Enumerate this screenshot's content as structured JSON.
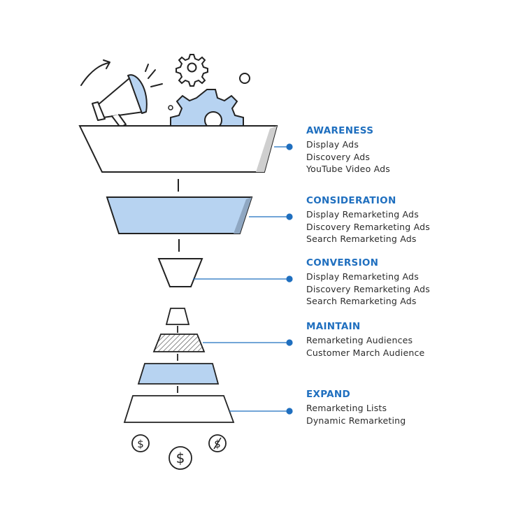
{
  "colors": {
    "accent": "#1f6fbf",
    "fill_blue": "#b7d3f1",
    "ink": "#222222",
    "shade": "#cfcfcf"
  },
  "stages": [
    {
      "title": "AWARENESS",
      "items": [
        "Display Ads",
        "Discovery Ads",
        "YouTube Video Ads"
      ]
    },
    {
      "title": "CONSIDERATION",
      "items": [
        "Display Remarketing Ads",
        "Discovery Remarketing Ads",
        "Search Remarketing Ads"
      ]
    },
    {
      "title": "CONVERSION",
      "items": [
        "Display Remarketing Ads",
        "Discovery Remarketing Ads",
        "Search Remarketing Ads"
      ]
    },
    {
      "title": "MAINTAIN",
      "items": [
        "Remarketing Audiences",
        "Customer March Audience"
      ]
    },
    {
      "title": "EXPAND",
      "items": [
        "Remarketing Lists",
        "Dynamic Remarketing"
      ]
    }
  ],
  "icons": [
    "megaphone-icon",
    "gear-icon",
    "dollar-coin-icon"
  ]
}
